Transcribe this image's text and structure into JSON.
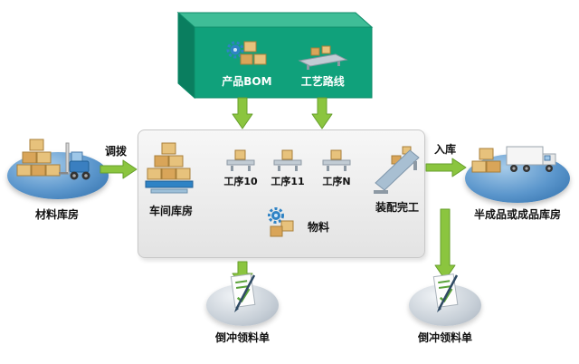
{
  "colors": {
    "teal_front": "#10A17B",
    "teal_top": "#3FBD97",
    "teal_side": "#0A7E5F",
    "arrow_green": "#8BC53F",
    "arrow_green_border": "#679F2C",
    "warehouse_blue": "#4D8FC9",
    "panel_gray": "#EFEFEF",
    "doc_ellipse_gray": "#C4CCD5",
    "label_black": "#111111"
  },
  "top_box": {
    "bom_label": "产品BOM",
    "route_label": "工艺路线"
  },
  "left_warehouse": {
    "label": "材料库房"
  },
  "arrows": {
    "transfer_label": "调拨",
    "inbound_label": "入库"
  },
  "panel": {
    "workshop_label": "车间库房",
    "processes": [
      {
        "label": "工序10"
      },
      {
        "label": "工序11"
      },
      {
        "label": "工序N"
      }
    ],
    "assembly_label": "装配完工",
    "material_label": "物料"
  },
  "right_warehouse": {
    "label": "半成品或成品库房"
  },
  "documents": {
    "left_label": "倒冲领料单",
    "right_label": "倒冲领料单"
  }
}
